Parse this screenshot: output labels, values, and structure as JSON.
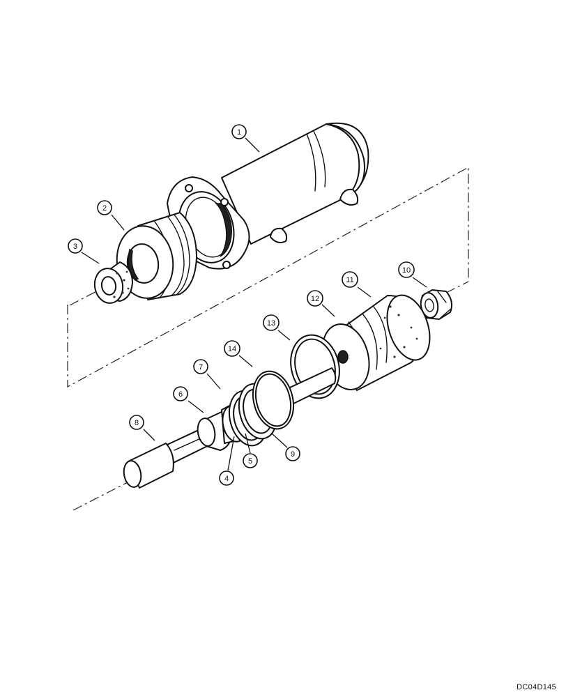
{
  "drawing_code": "DC04D145",
  "callouts": [
    {
      "label": "1"
    },
    {
      "label": "2"
    },
    {
      "label": "3"
    },
    {
      "label": "4"
    },
    {
      "label": "5"
    },
    {
      "label": "6"
    },
    {
      "label": "7"
    },
    {
      "label": "8"
    },
    {
      "label": "9"
    },
    {
      "label": "10"
    },
    {
      "label": "11"
    },
    {
      "label": "12"
    },
    {
      "label": "13"
    },
    {
      "label": "14"
    }
  ]
}
